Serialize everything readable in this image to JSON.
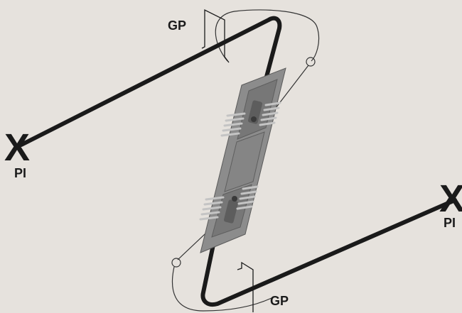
{
  "labels": {
    "pi_left_mark": "X",
    "pi_left_text": "PI",
    "pi_right_mark": "X",
    "pi_right_text": "PI",
    "gp_top_text": "GP",
    "gp_bottom_text": "GP"
  },
  "colors": {
    "background": "#e6e2dd",
    "cable": "#1a1a1a",
    "thin_wire": "#333333",
    "splice_plate": "#8c8c8c",
    "splice_plate_inner": "#6f6f6f",
    "splice_plate_edge": "#5a5a5a",
    "coil": "#b8b8b8"
  }
}
